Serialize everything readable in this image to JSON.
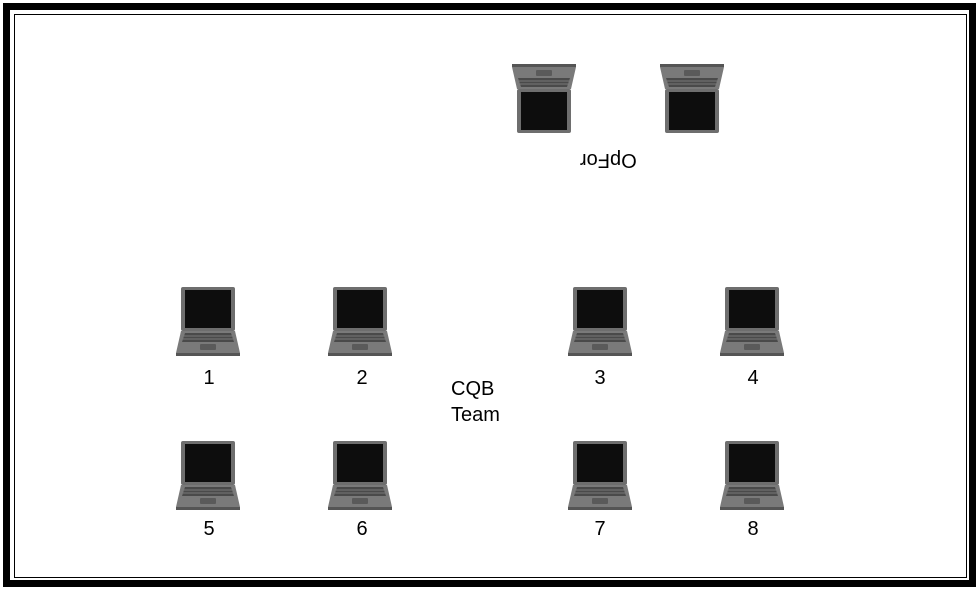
{
  "diagram": {
    "opfor_label": "OpFor",
    "team_label_line1": "CQB",
    "team_label_line2": "Team",
    "laptop_numbers": [
      "1",
      "2",
      "3",
      "4",
      "5",
      "6",
      "7",
      "8"
    ],
    "icon": "laptop-icon"
  },
  "colors": {
    "frame": "#000000",
    "laptop_body": "#6e6e6e",
    "laptop_screen": "#0d0d0d",
    "background": "#ffffff"
  }
}
